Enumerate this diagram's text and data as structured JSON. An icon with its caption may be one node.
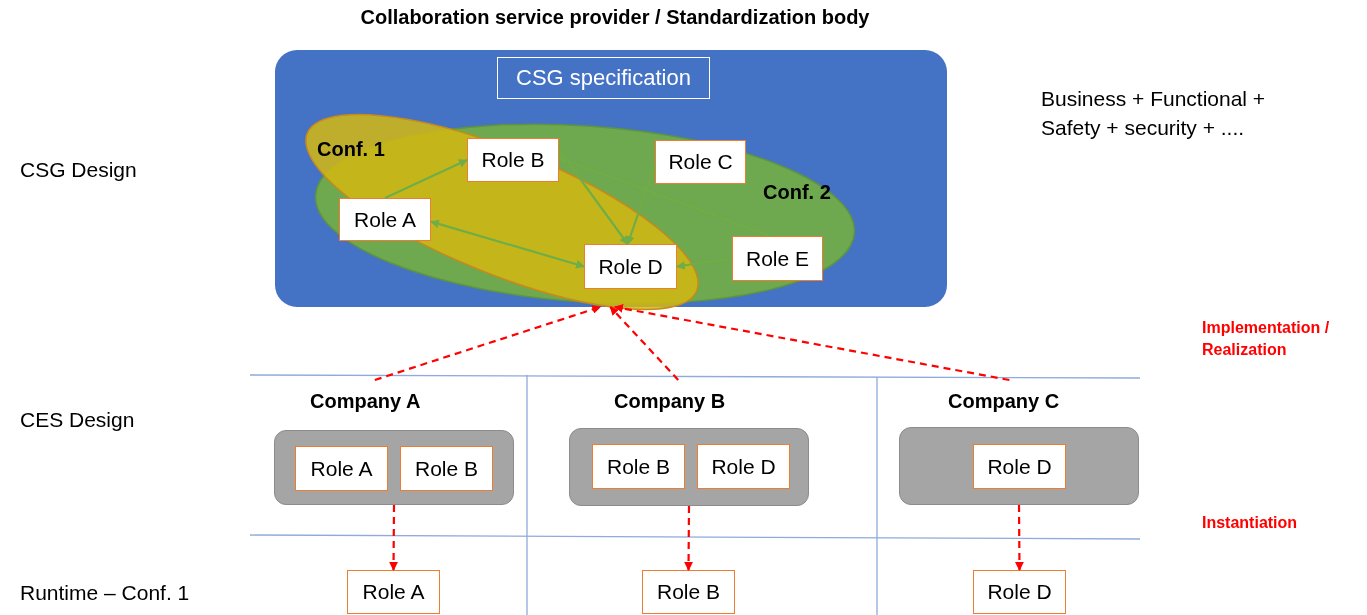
{
  "diagram": {
    "nodes": [
      {
        "text": [
          "Collaboration service provider / Standardization body",
          "CSG specification"
        ]
      },
      {
        "text": [
          "Conf. 1"
        ],
        "in": 0
      },
      {
        "text": [
          "Conf. 2"
        ],
        "in": 0
      },
      {
        "text": [
          "Role A"
        ],
        "in": 1
      },
      {
        "text": [
          "Role B"
        ],
        "in": 1
      },
      {
        "text": [
          "Role C"
        ],
        "in": 2
      },
      {
        "text": [
          "Role D"
        ],
        "in": 1
      },
      {
        "text": [
          "Role E"
        ],
        "in": 2
      },
      {
        "text": [
          "Company A"
        ]
      },
      {
        "text": [
          "Role A"
        ],
        "in": 8
      },
      {
        "text": [
          "Role B"
        ],
        "in": 8
      },
      {
        "text": [
          "Company B"
        ]
      },
      {
        "text": [
          "Role B"
        ],
        "in": 11
      },
      {
        "text": [
          "Role D"
        ],
        "in": 11
      },
      {
        "text": [
          "Company C"
        ]
      },
      {
        "text": [
          "Role D"
        ],
        "in": 14
      },
      {
        "text": [
          "Role A"
        ]
      },
      {
        "text": [
          "Role B"
        ]
      },
      {
        "text": [
          "Role D"
        ]
      }
    ],
    "edges": [
      {
        "from": 3,
        "to": 4,
        "arrow": "to",
        "color": "#70ad47"
      },
      {
        "from": 3,
        "to": 6,
        "arrow": "both",
        "color": "#70ad47"
      },
      {
        "from": 4,
        "to": 6,
        "arrow": "to",
        "color": "#70ad47"
      },
      {
        "from": 5,
        "to": 6,
        "arrow": "to",
        "color": "#70ad47"
      },
      {
        "from": 7,
        "to": 4,
        "arrow": "to",
        "color": "#70ad47"
      },
      {
        "from": 7,
        "to": 6,
        "arrow": "to",
        "color": "#70ad47"
      },
      {
        "from": 8,
        "to": 0,
        "arrow": "to",
        "style": "dashed",
        "color": "#ff0000"
      },
      {
        "from": 11,
        "to": 0,
        "arrow": "to",
        "style": "dashed",
        "color": "#ff0000"
      },
      {
        "from": 14,
        "to": 0,
        "arrow": "to",
        "style": "dashed",
        "color": "#ff0000"
      },
      {
        "from": 8,
        "to": 16,
        "arrow": "to",
        "style": "dashed",
        "color": "#ff0000"
      },
      {
        "from": 11,
        "to": 17,
        "arrow": "to",
        "style": "dashed",
        "color": "#ff0000"
      },
      {
        "from": 14,
        "to": 18,
        "arrow": "to",
        "style": "dashed",
        "color": "#ff0000"
      }
    ],
    "labels": [
      "CSG Design",
      "Business + Functional + Safety + security + ....",
      "Implementation / Realization",
      "CES Design",
      "Instantiation",
      "Runtime – Conf. 1"
    ]
  }
}
